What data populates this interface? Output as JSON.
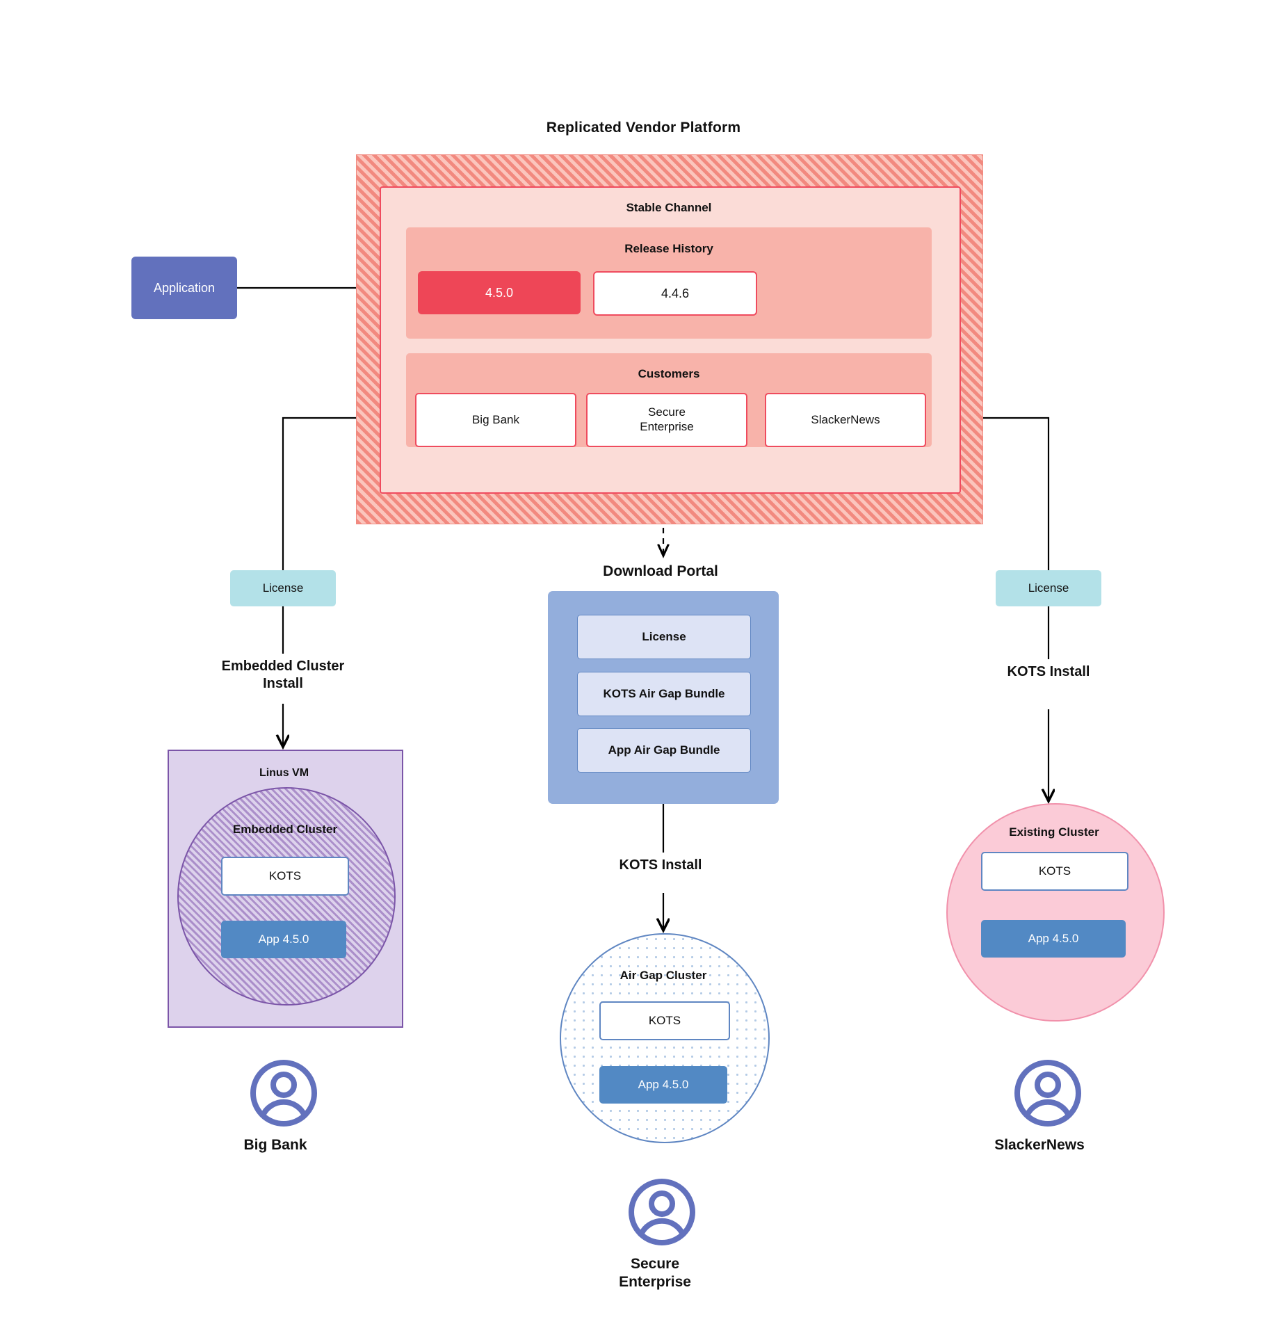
{
  "diagram": {
    "platform": {
      "title": "Replicated Vendor Platform",
      "channel_label": "Stable Channel",
      "release_history_label": "Release History",
      "releases": [
        {
          "version": "4.5.0",
          "state": "current"
        },
        {
          "version": "4.4.6",
          "state": "past"
        }
      ],
      "customers_label": "Customers",
      "customers": [
        "Big Bank",
        "Secure\nEnterprise",
        "SlackerNews"
      ]
    },
    "application_box": {
      "label": "Application"
    },
    "license_left": {
      "label": "License"
    },
    "license_right": {
      "label": "License"
    },
    "download_portal": {
      "title": "Download  Portal",
      "items": [
        "License",
        "KOTS Air Gap Bundle",
        "App Air Gap Bundle"
      ]
    },
    "flows": {
      "left": "Embedded Cluster\nInstall",
      "middle": "KOTS Install",
      "right": "KOTS Install"
    },
    "left_branch": {
      "vm_label": "Linus VM",
      "cluster_label": "Embedded Cluster",
      "kots_label": "KOTS",
      "app_label": "App 4.5.0",
      "persona": "Big Bank"
    },
    "middle_branch": {
      "cluster_label": "Air Gap Cluster",
      "kots_label": "KOTS",
      "app_label": "App 4.5.0",
      "persona": "Secure\nEnterprise"
    },
    "right_branch": {
      "cluster_label": "Existing Cluster",
      "kots_label": "KOTS",
      "app_label": "App 4.5.0",
      "persona": "SlackerNews"
    },
    "colors": {
      "platform_hatch": "#f2897f",
      "channel_bg": "#fbdcd7",
      "section_bg": "#f8b3aa",
      "release_current": "#ee4657",
      "accent_red": "#ef4b5e",
      "application": "#6271bd",
      "license": "#b3e1e8",
      "portal": "#93aedc",
      "portal_item": "#dde3f5",
      "app_blue": "#5289c4",
      "vm_purple": "#ddd2ec",
      "vm_border": "#7b55a8",
      "existing_pink": "#fbcbd7",
      "persona": "#6271bd"
    }
  }
}
